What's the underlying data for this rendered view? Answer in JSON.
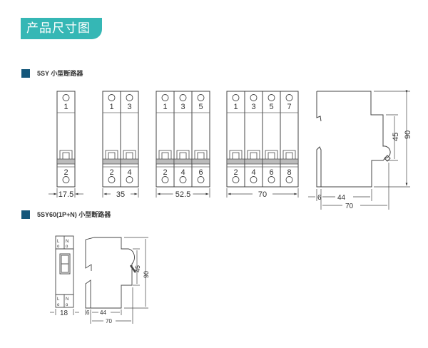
{
  "banner": {
    "title": "产品尺寸图"
  },
  "sections": [
    {
      "title": "5SY 小型断路器"
    },
    {
      "title": "5SY60(1P+N) 小型断路器"
    }
  ],
  "breakers_5sy": [
    {
      "poles": 1,
      "top_terminals": [
        "1"
      ],
      "bottom_terminals": [
        "2"
      ],
      "width_label": "17.5"
    },
    {
      "poles": 2,
      "top_terminals": [
        "1",
        "3"
      ],
      "bottom_terminals": [
        "2",
        "4"
      ],
      "width_label": "35"
    },
    {
      "poles": 3,
      "top_terminals": [
        "1",
        "3",
        "5"
      ],
      "bottom_terminals": [
        "2",
        "4",
        "6"
      ],
      "width_label": "52.5"
    },
    {
      "poles": 4,
      "top_terminals": [
        "1",
        "3",
        "5",
        "7"
      ],
      "bottom_terminals": [
        "2",
        "4",
        "6",
        "8"
      ],
      "width_label": "70"
    }
  ],
  "side_view_5sy": {
    "height": "90",
    "rail": "45",
    "front": "6",
    "body": "44",
    "depth": "70"
  },
  "breaker_5sy60": {
    "top_terminals": [
      "L",
      "N"
    ],
    "bottom_terminals": [
      "L",
      "N"
    ],
    "terminal_mark": "o",
    "width_label": "18"
  },
  "side_view_5sy60": {
    "height": "90",
    "rail": "45",
    "front": "6",
    "body": "44",
    "depth": "70"
  }
}
